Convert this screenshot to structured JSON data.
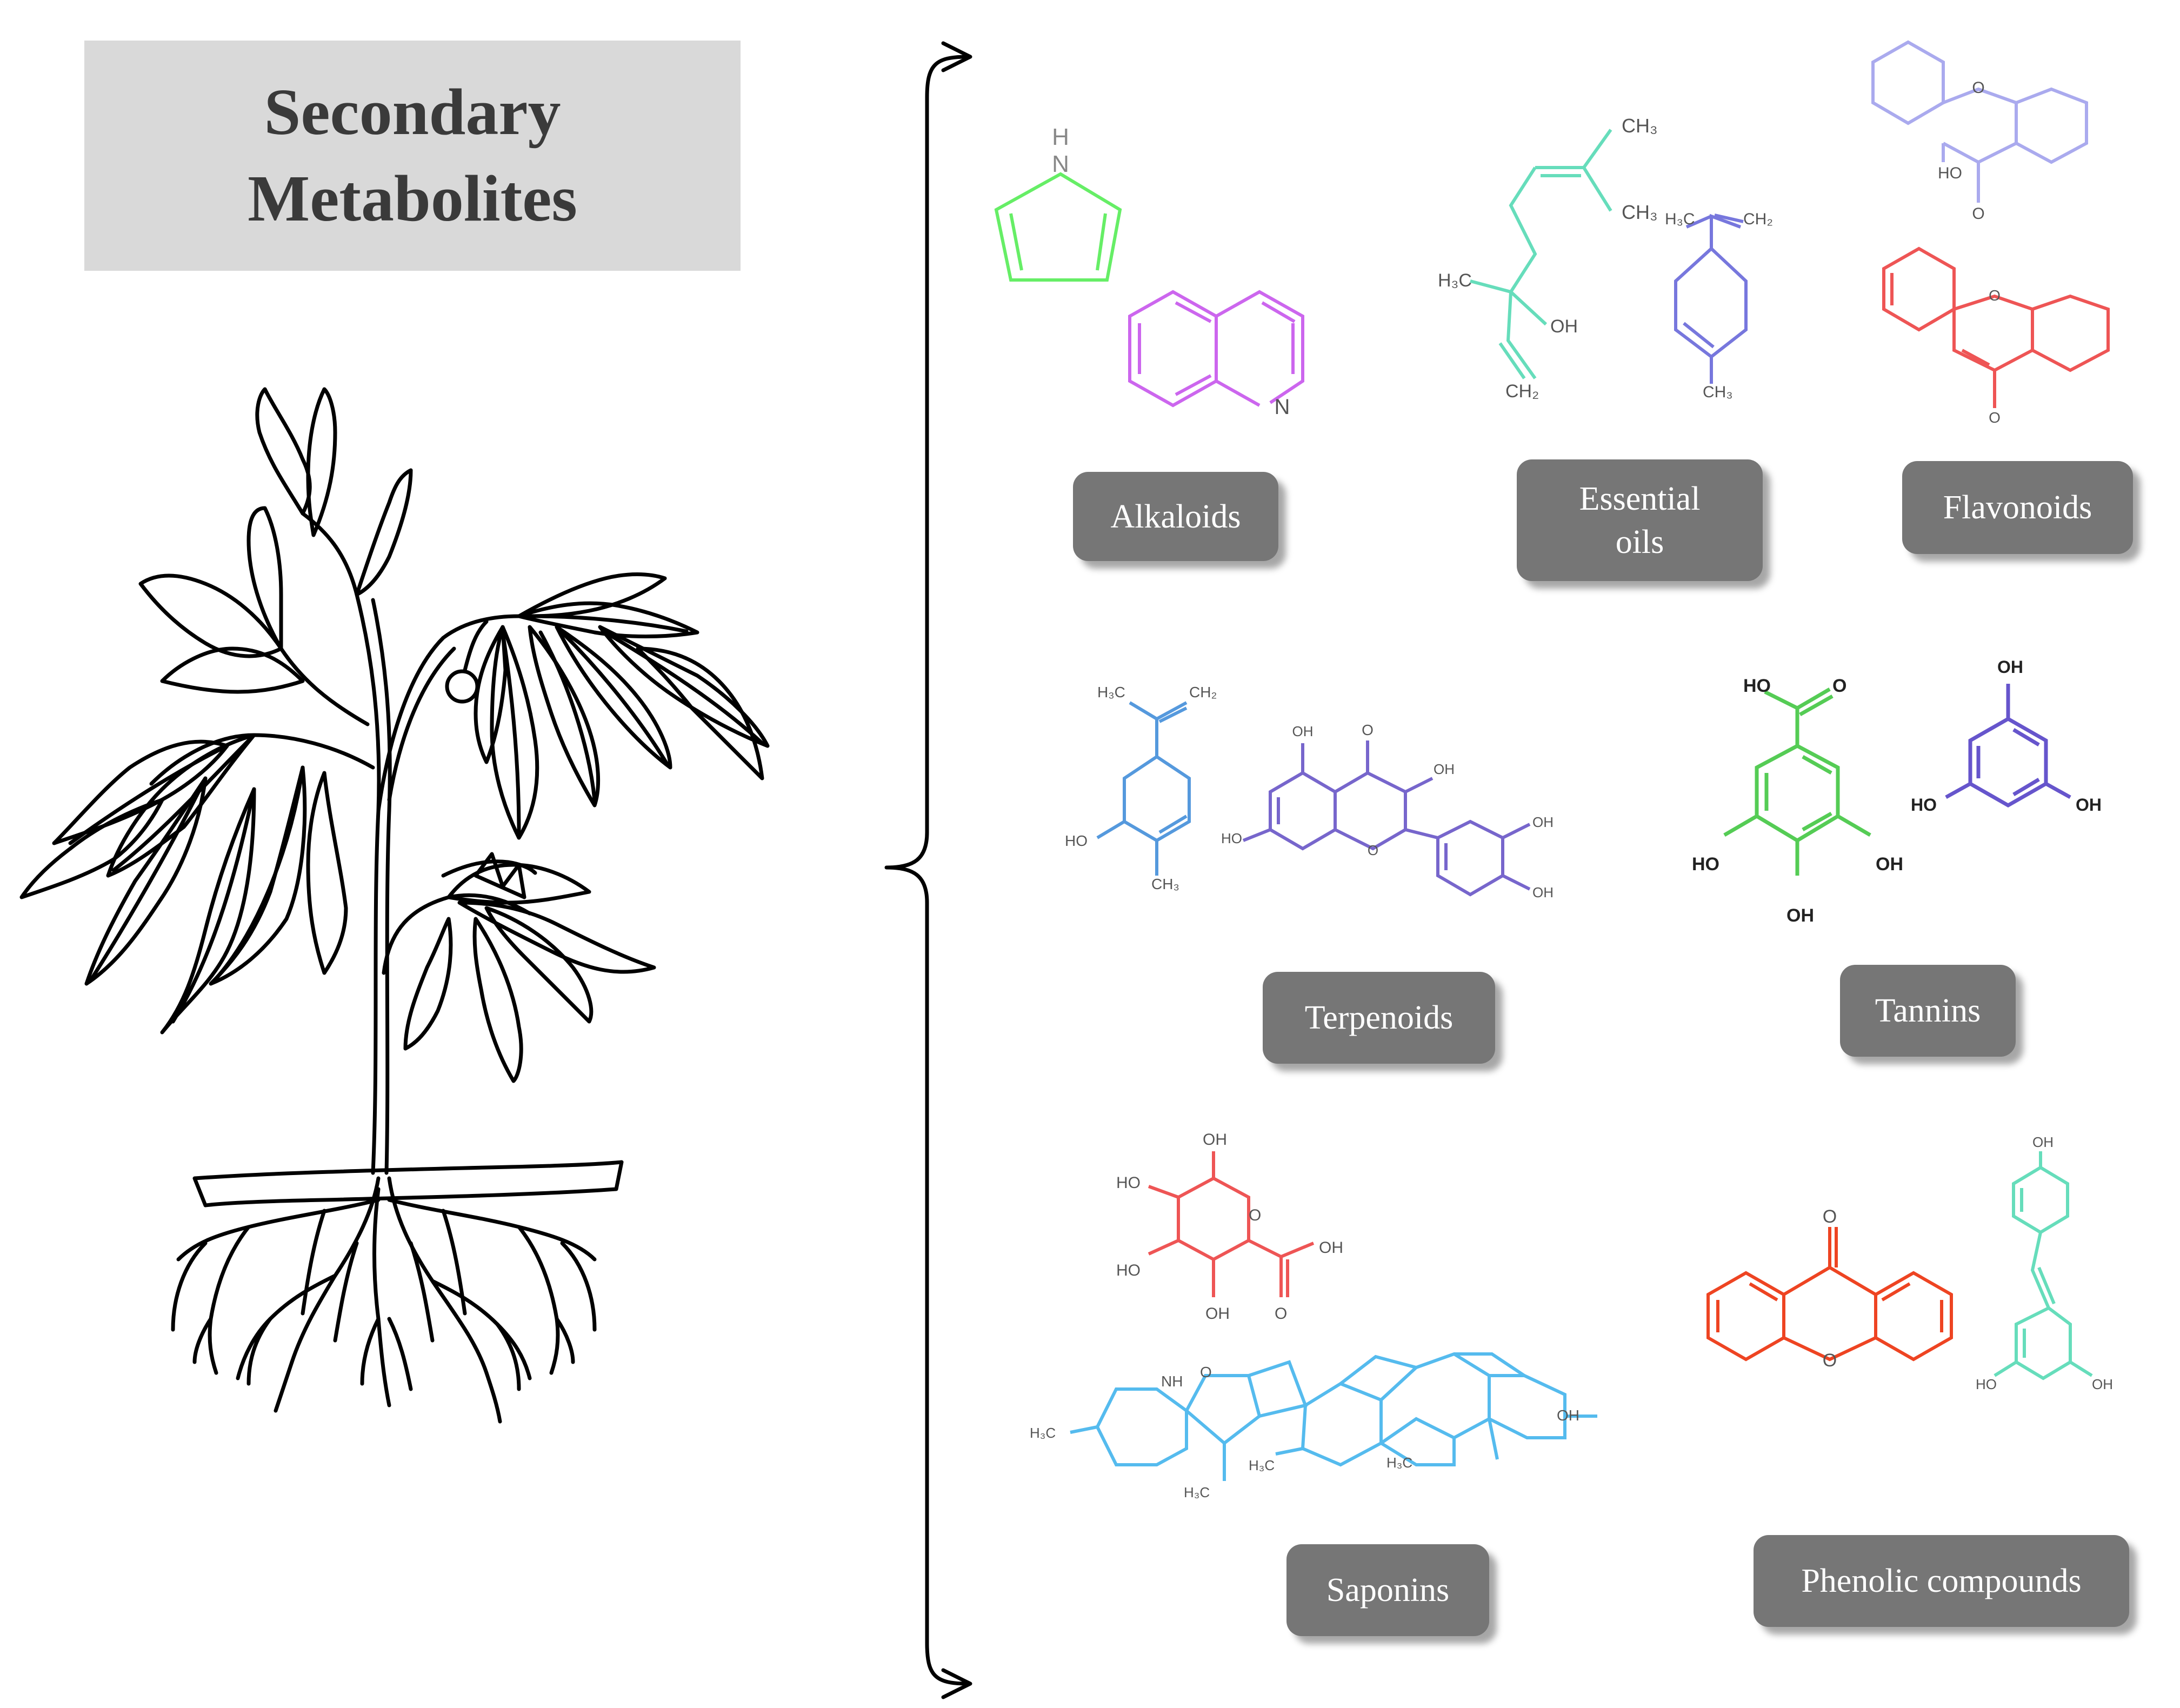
{
  "title": {
    "line1": "Secondary",
    "line2": "Metabolites"
  },
  "categories": {
    "alkaloids": "Alkaloids",
    "essential_oils_1": "Essential",
    "essential_oils_2": "oils",
    "flavonoids": "Flavonoids",
    "terpenoids": "Terpenoids",
    "tannins": "Tannins",
    "saponins": "Saponins",
    "phenolic": "Phenolic compounds"
  },
  "atoms": {
    "h": "H",
    "n": "N",
    "o": "O",
    "oh": "OH",
    "ho": "HO",
    "ch3": "CH₃",
    "ch2": "CH₂",
    "h3c": "H₃C",
    "nh": "NH"
  },
  "colors": {
    "alkaloid_pyrrole": "#66ee66",
    "alkaloid_quinoline": "#cc66ee",
    "essential_linalool": "#66ddbb",
    "essential_limonene": "#7777dd",
    "flavonoid_top": "#aaaaee",
    "flavonoid_bottom": "#ee5555",
    "terpenoid_carveol": "#5599dd",
    "terpenoid_flavonol": "#7766cc",
    "tannin_gallic": "#55cc55",
    "tannin_phloroglucinol": "#6655cc",
    "saponin_sugar": "#ee5555",
    "saponin_steroid": "#55bbee",
    "phenolic_xanthone": "#ee4422",
    "phenolic_stilbene": "#66ddbb"
  },
  "icons": [
    "plant-icon",
    "curly-brace-icon",
    "arrow-right-icon"
  ]
}
